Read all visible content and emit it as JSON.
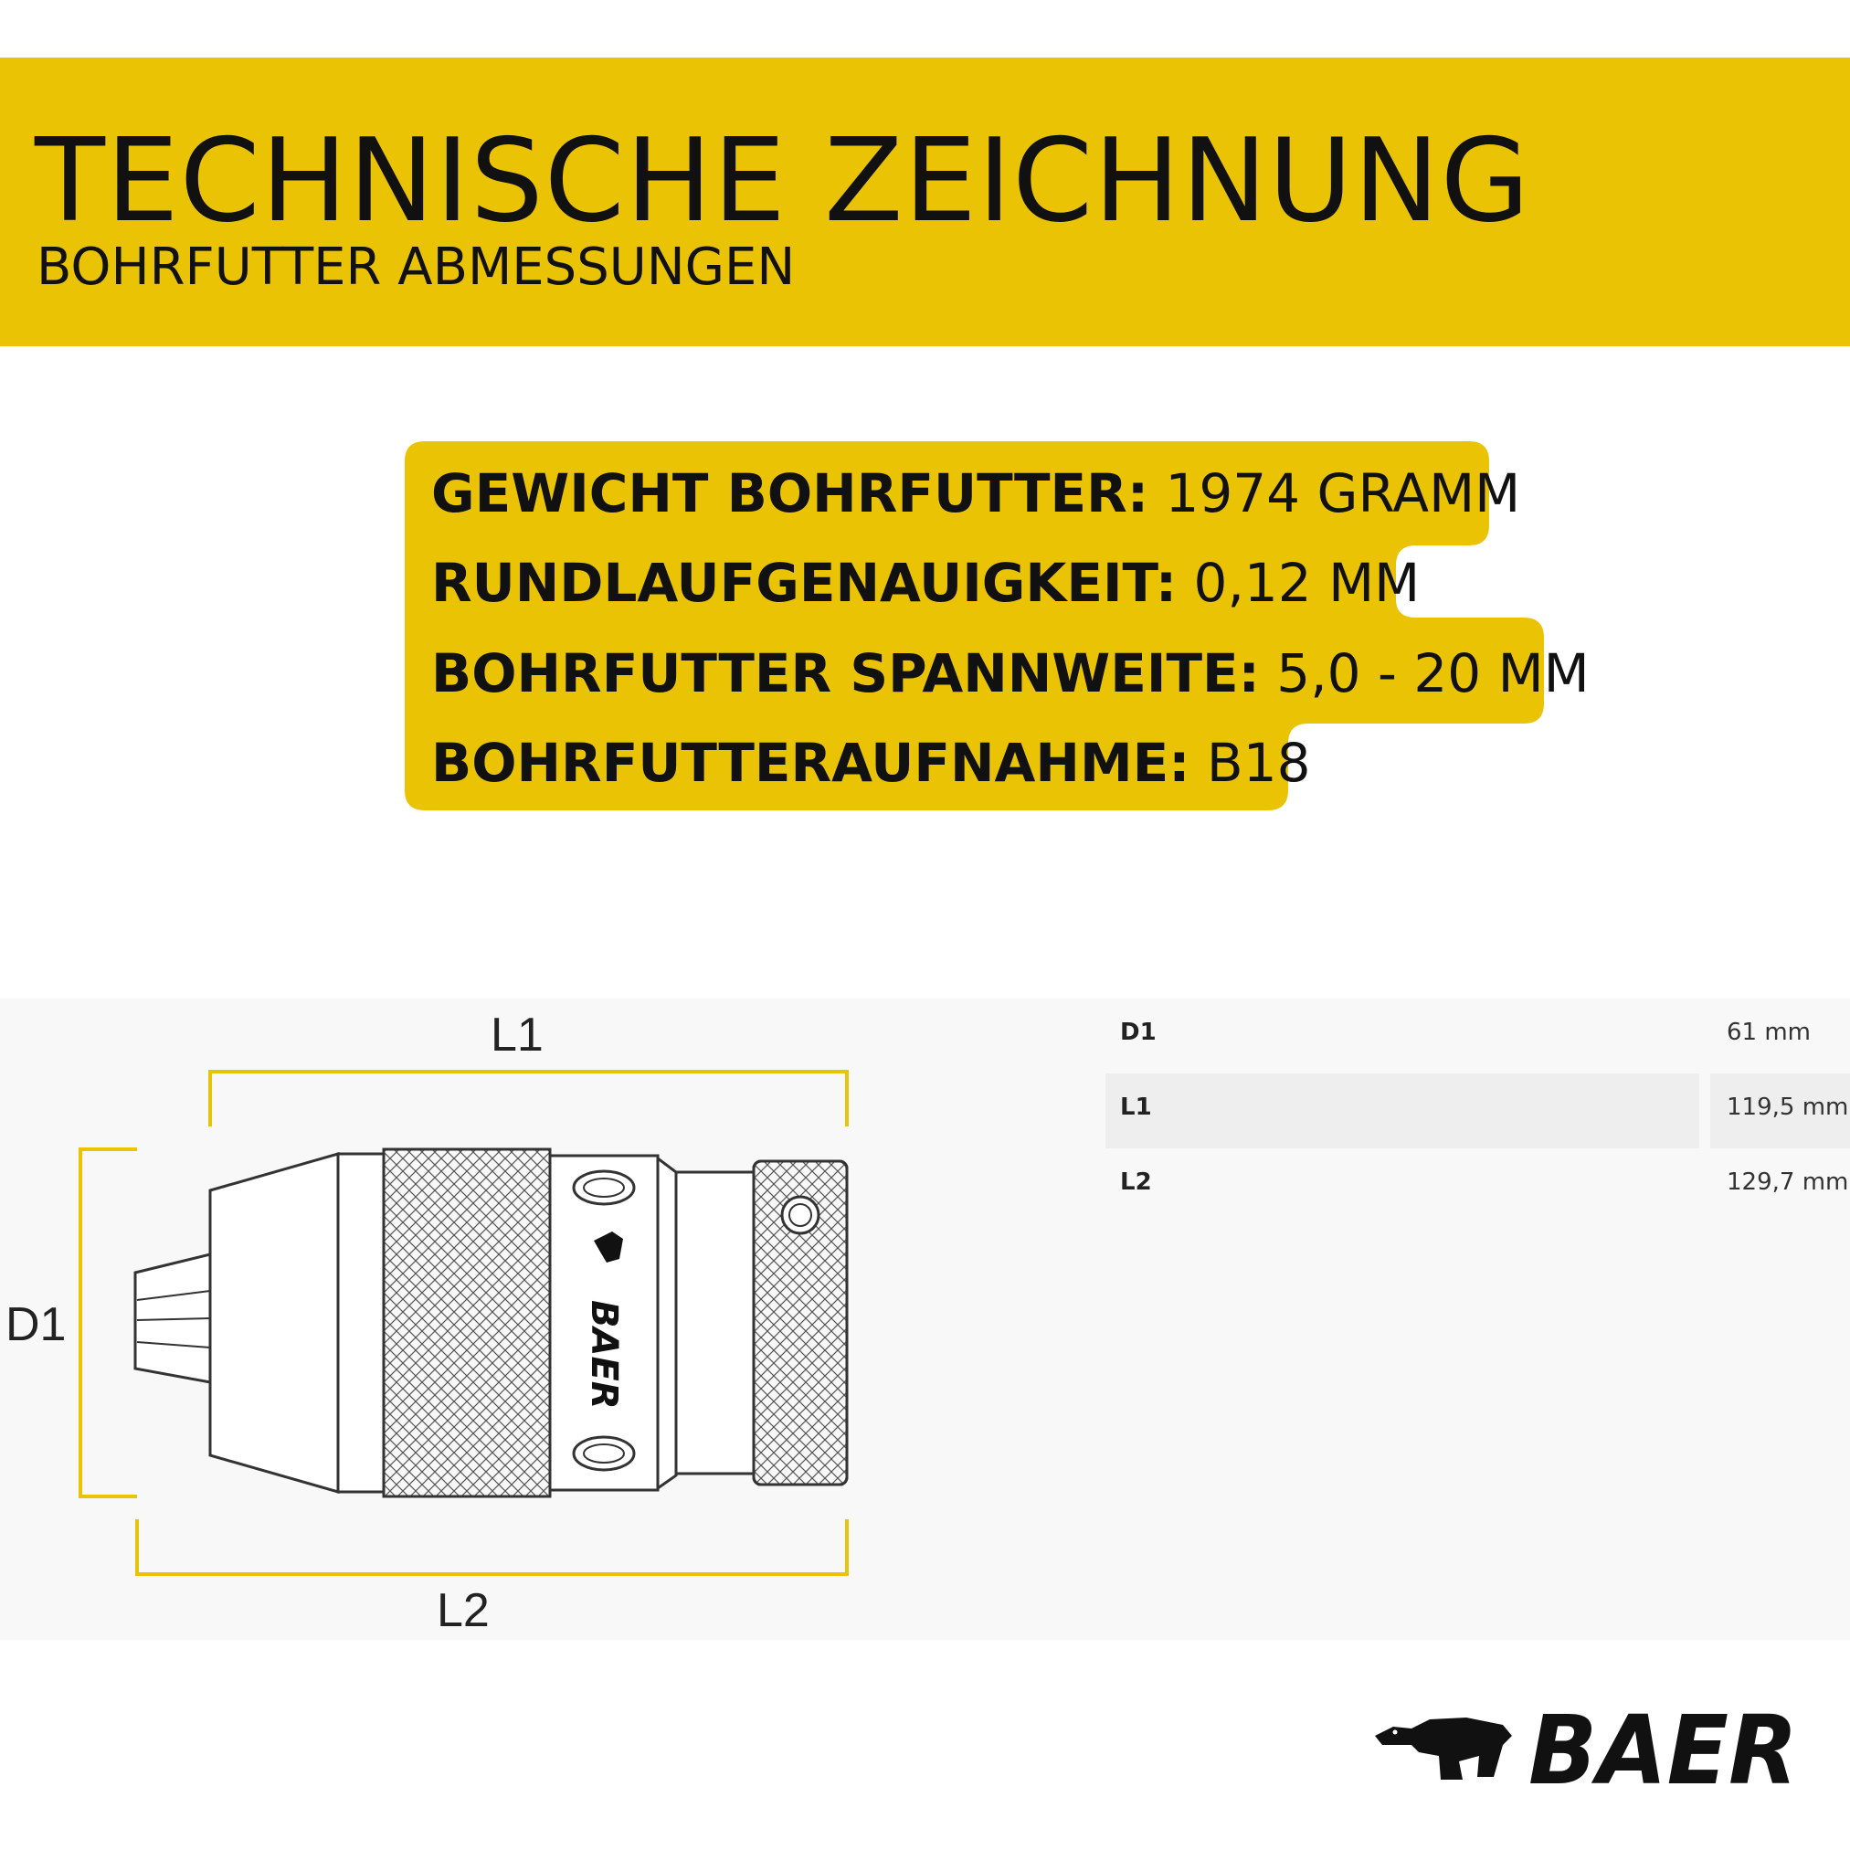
{
  "header": {
    "title": "TECHNISCHE ZEICHNUNG",
    "subtitle": "BOHRFUTTER ABMESSUNGEN",
    "color": "#e9c304"
  },
  "specs": [
    {
      "label": "GEWICHT BOHRFUTTER:",
      "value": " 1974 GRAMM"
    },
    {
      "label": "RUNDLAUFGENAUIGKEIT:",
      "value": " 0,12 MM"
    },
    {
      "label": "BOHRFUTTER SPANNWEITE:",
      "value": " 5,0 - 20 MM"
    },
    {
      "label": "BOHRFUTTERAUFNAHME:",
      "value": " B18"
    }
  ],
  "drawing": {
    "labels": {
      "l1": "L1",
      "l2": "L2",
      "d1": "D1"
    },
    "chuck_logo_text": "BAER",
    "dimension_color": "#e9c304"
  },
  "dimensions_table": [
    {
      "key": "D1",
      "value": "61 mm"
    },
    {
      "key": "L1",
      "value": "119,5 mm"
    },
    {
      "key": "L2",
      "value": "129,7 mm"
    }
  ],
  "brand": {
    "logo_text": "BAER",
    "icon": "bear-icon"
  }
}
